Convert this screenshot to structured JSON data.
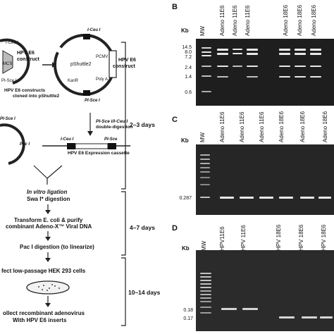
{
  "panel_a": {
    "plasmid_left_labels": [
      "I-Ceu I",
      "HPV E6",
      "construct",
      "MCS",
      "PI-Sce I"
    ],
    "shuttle_label": "pShuttle2",
    "shuttle_site_top": "I-Ceu I",
    "shuttle_pcmv": "PCMV",
    "shuttle_polya": "Poly A",
    "shuttle_kan": "KanR",
    "shuttle_pi": "PI-Sce I",
    "hpv_construct_right": "HPV E6",
    "hpv_construct_right_2": "construct",
    "cloned_into_1": "HPV E6 constructs",
    "cloned_into_2": "cloned into pShuttle2",
    "double_digest_1": "PI-Sce I/I-Ceu I",
    "double_digest_2": "double-digestion",
    "adeno_left_label_1": "PI-Sce I",
    "adeno_left_label_2": "Pac I",
    "cassette_left": "I-Ceu I",
    "cassette_right": "PI-Sce",
    "cassette_label": "HPV E6 Expression cassette",
    "ligation": "In vitro ligation",
    "swa_digest": "Swa I* digestion",
    "transform_1": "Transform E. coli & purify",
    "transform_2": "combinant Adeno-X™ Viral DNA",
    "pac_digest": "Pac I digestion (to linearize)",
    "transfect": "fect low-passage HEK 293 cells",
    "collect_1": "ollect recombinant adenovirus",
    "collect_2": "With HPV E6 inserts",
    "days_1": "2–3 days",
    "days_2": "4–7 days",
    "days_3": "10–14 days"
  },
  "panel_b": {
    "letter": "B",
    "kb_label": "Kb",
    "lanes": [
      "MW",
      "Adeno 11E6",
      "Adeno 11E6",
      "Adeno 11E6",
      "Adeno 18E6",
      "Adeno 18E6",
      "Adeno 18E6"
    ],
    "markers": [
      "14.5",
      "8.0",
      "7.2",
      "2.4",
      "1.4",
      "0.6"
    ]
  },
  "panel_c": {
    "letter": "C",
    "kb_label": "Kb",
    "lanes": [
      "MW",
      "Adeno 11E6",
      "Adeno 11E6",
      "Adeno 11E6",
      "Adeno 18E6",
      "Adeno 18E6",
      "Adeno 18E6"
    ],
    "markers": [
      "0.287"
    ]
  },
  "panel_d": {
    "letter": "D",
    "kb_label": "Kb",
    "lanes": [
      "MW",
      "HPV11E6",
      "HPV 11E6",
      "HPV 18E6",
      "HPV 18E6",
      "HPV 18E6"
    ],
    "markers": [
      "0.18",
      "0.17"
    ]
  }
}
